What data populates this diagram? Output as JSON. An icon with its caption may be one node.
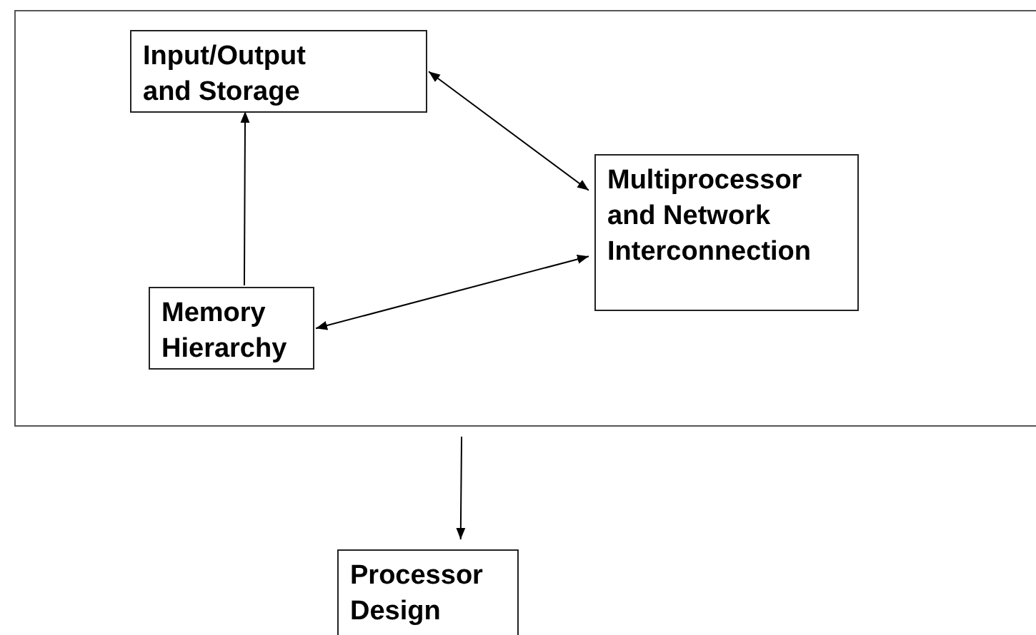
{
  "diagram": {
    "nodes": [
      {
        "text": [],
        "shape": "box"
      },
      {
        "text": [
          "Input/Output and Storage"
        ],
        "in": 0
      },
      {
        "text": [
          "Multiprocessor and Network Interconnection"
        ],
        "in": 0
      },
      {
        "text": [
          "Memory Hierarchy"
        ],
        "in": 0
      },
      {
        "text": [
          "Processor Design"
        ]
      }
    ],
    "edges": [
      {
        "from": 3,
        "to": 1,
        "arrow": "to"
      },
      {
        "from": 1,
        "to": 2,
        "arrow": "both"
      },
      {
        "from": 3,
        "to": 2,
        "arrow": "both"
      },
      {
        "from": 0,
        "to": 4,
        "arrow": "to"
      }
    ]
  }
}
